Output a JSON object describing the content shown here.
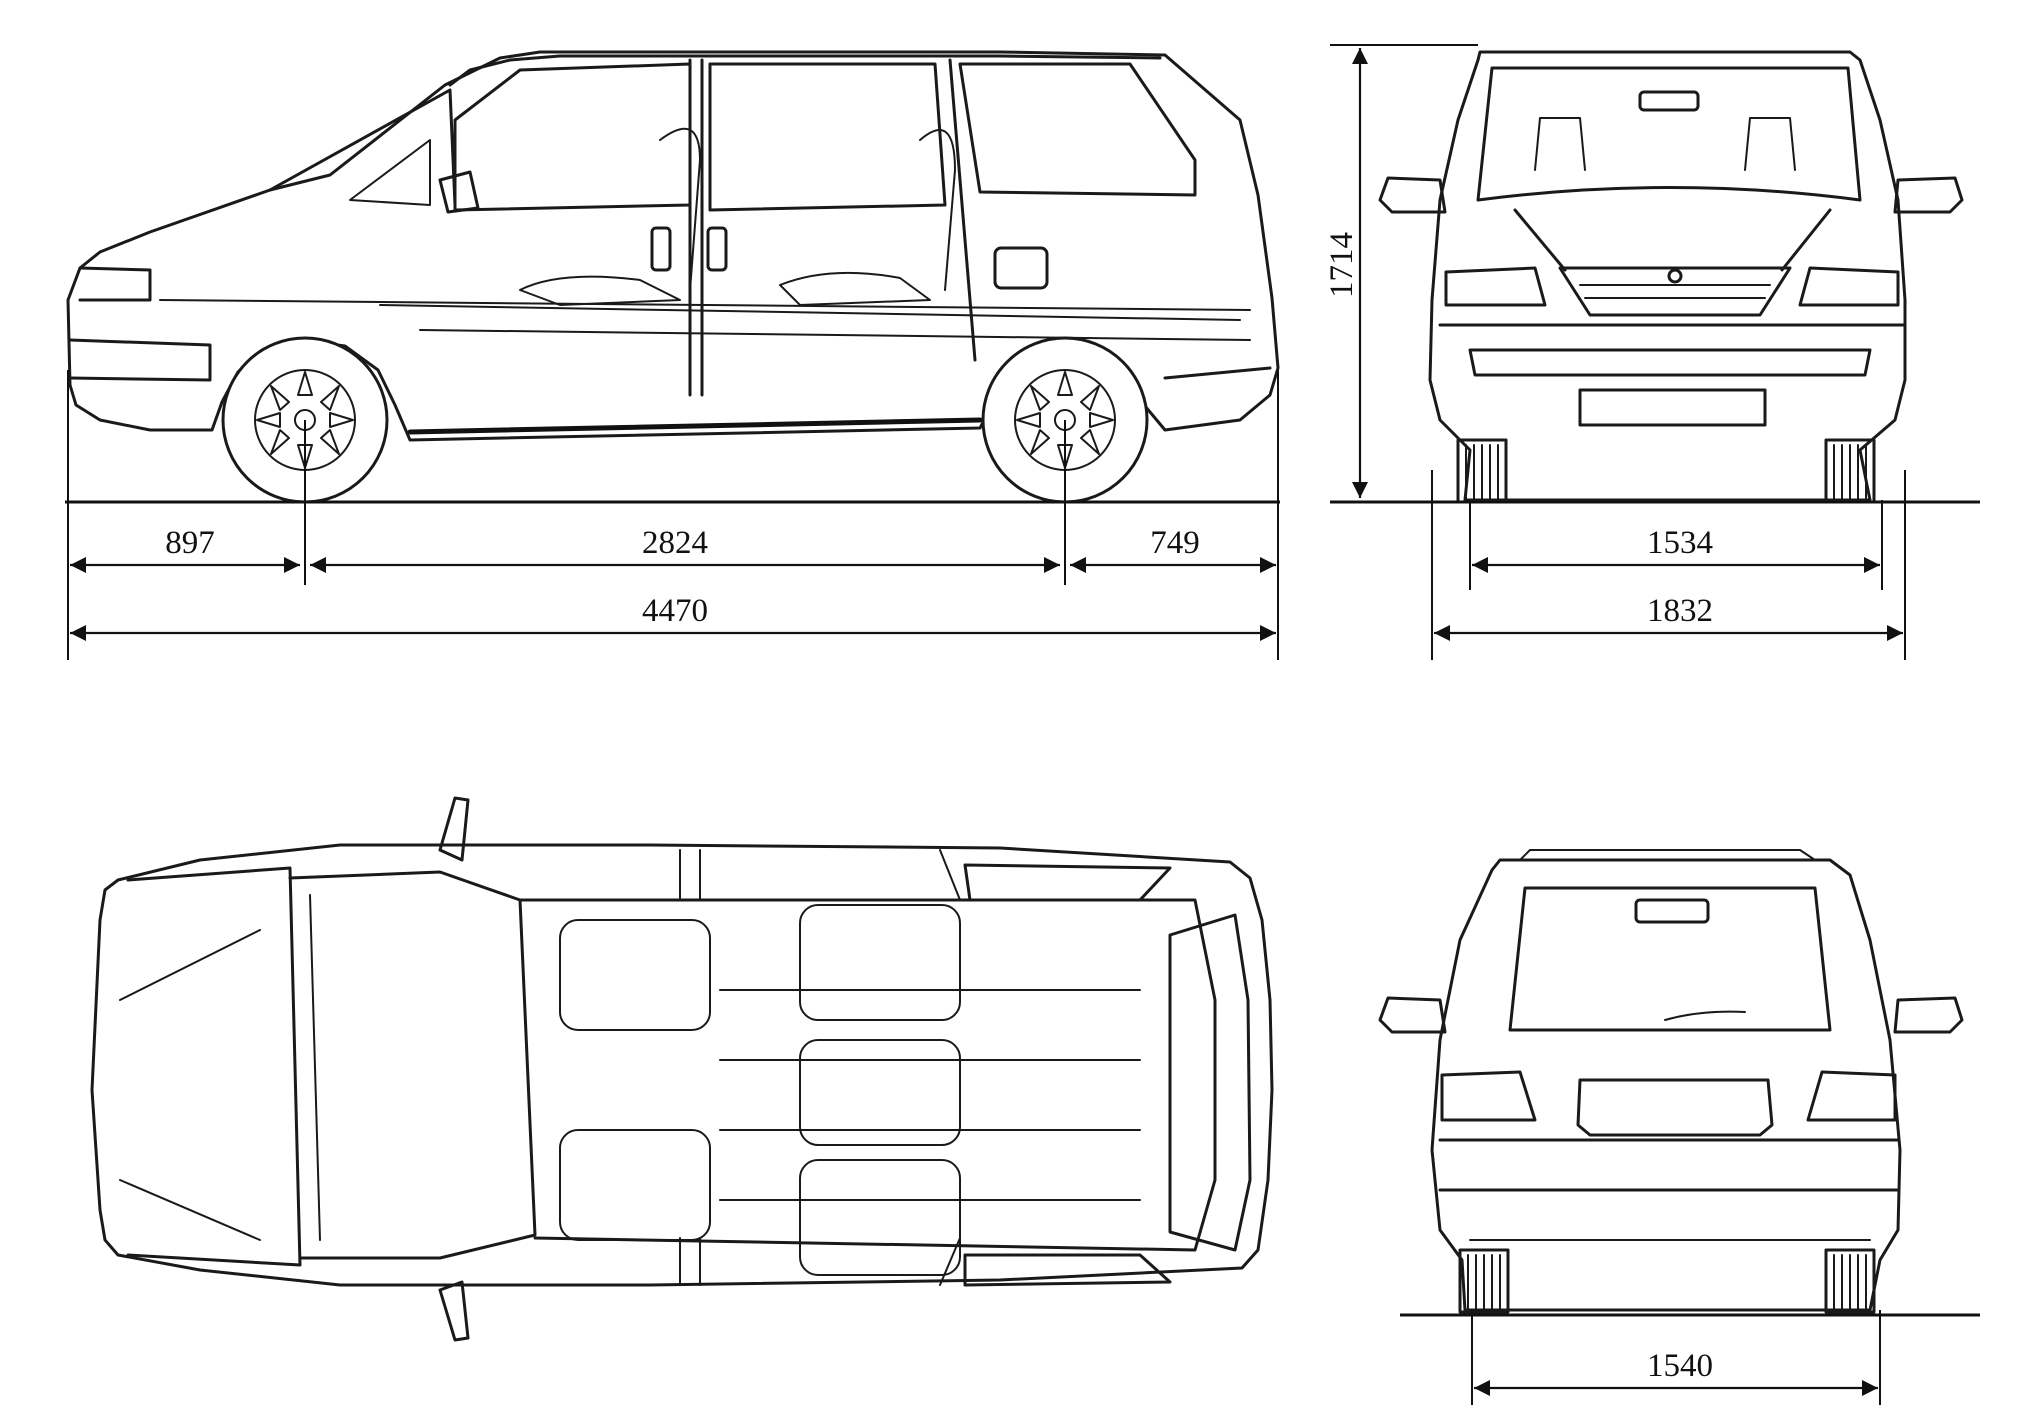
{
  "dimensions": {
    "front_overhang": "897",
    "wheelbase": "2824",
    "rear_overhang": "749",
    "overall_length": "4470",
    "overall_height": "1714",
    "front_track": "1534",
    "overall_width": "1832",
    "rear_track": "1540"
  }
}
